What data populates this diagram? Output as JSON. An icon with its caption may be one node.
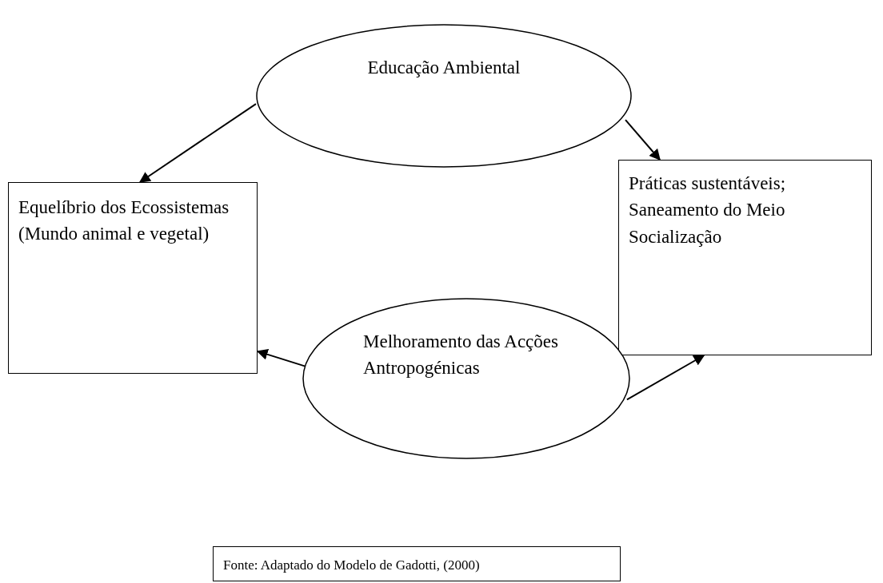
{
  "diagram": {
    "nodes": [
      {
        "text": [
          "Educação Ambiental"
        ]
      },
      {
        "text": [
          "Equelíbrio dos Ecossistemas (Mundo animal e vegetal)"
        ]
      },
      {
        "text": [
          "Práticas sustentáveis; Saneamento do Meio Socialização"
        ]
      },
      {
        "text": [
          "Melhoramento das Acções Antropogénicas"
        ]
      },
      {
        "text": [
          "Fonte: Adaptado do Modelo de Gadotti, (2000)"
        ]
      }
    ],
    "edges": [
      {
        "from": 0,
        "to": 1,
        "arrow": "to"
      },
      {
        "from": 0,
        "to": 2,
        "arrow": "to"
      },
      {
        "from": 3,
        "to": 1,
        "arrow": "to"
      },
      {
        "from": 3,
        "to": 2,
        "arrow": "to"
      }
    ]
  }
}
